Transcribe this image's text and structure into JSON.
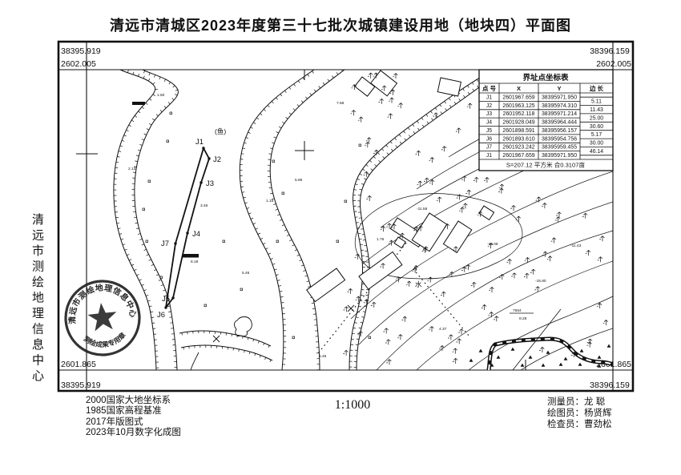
{
  "title": "清远市清城区2023年度第三十七批次城镇建设用地（地块四）平面图",
  "side_label": "清远市测绘地理信息中心",
  "frame": {
    "top_left": [
      "38395.919",
      "2602.005"
    ],
    "top_right": [
      "38396.159",
      "2602.005"
    ],
    "bottom_left": [
      "2601.865",
      "38395.919"
    ],
    "bottom_right": [
      "2601.865",
      "38396.159"
    ]
  },
  "coord_table": {
    "title": "界址点坐标表",
    "headers": {
      "point": "点 号",
      "x": "X",
      "y": "Y",
      "length": "边 长"
    },
    "rows": [
      {
        "point": "J1",
        "x": "2601967.659",
        "y": "38395971.950"
      },
      {
        "point": "J2",
        "x": "2601963.125",
        "y": "38395974.310"
      },
      {
        "point": "J3",
        "x": "2601952.118",
        "y": "38395971.214"
      },
      {
        "point": "J4",
        "x": "2601928.049",
        "y": "38395964.444"
      },
      {
        "point": "J5",
        "x": "2601898.591",
        "y": "38395956.157"
      },
      {
        "point": "J6",
        "x": "2601893.610",
        "y": "38395954.756"
      },
      {
        "point": "J7",
        "x": "2601923.242",
        "y": "38395959.455"
      },
      {
        "point": "J1",
        "x": "2601967.659",
        "y": "38395971.950"
      }
    ],
    "side_lengths": [
      "5.11",
      "11.43",
      "25.00",
      "30.60",
      "5.17",
      "30.00",
      "46.14"
    ],
    "summary": "S=207.12 平方米 合0.3107亩"
  },
  "map": {
    "boundary_points": [
      "J1",
      "J2",
      "J3",
      "J4",
      "J5",
      "J6",
      "J7"
    ],
    "fish_label": "(鱼)",
    "water_label": "水",
    "spot_values": [
      "1.50",
      "8.18",
      "2.13",
      "3.46",
      "5.46",
      "1.15",
      "5.86",
      "7.58",
      "-11.58",
      "-13.08",
      "-15.80",
      "-11.43",
      "7564",
      "8.28",
      "4.37",
      "5.46",
      "1.76"
    ]
  },
  "stamp": {
    "outer_text": "清远市测绘地理信息中心",
    "inner_text": "测绘成果专用章"
  },
  "footer": {
    "notes": [
      "2000国家大地坐标系",
      "1985国家高程基准",
      "2017年版图式",
      "2023年10月数字化成图"
    ],
    "scale": "1:1000",
    "credits": [
      "测量员：龙  聪",
      "绘图员：杨贤辉",
      "检查员：曹劲松"
    ]
  }
}
